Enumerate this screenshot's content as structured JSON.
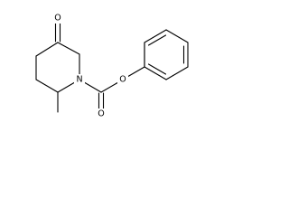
{
  "molecule": {
    "atoms": {
      "ring_nitrogen": "N",
      "ketone_oxygen": "O",
      "carbonyl_oxygen": "O",
      "ester_oxygen": "O"
    }
  },
  "colors": {
    "bond": "#000000",
    "label": "#000000",
    "background": "#ffffff"
  }
}
